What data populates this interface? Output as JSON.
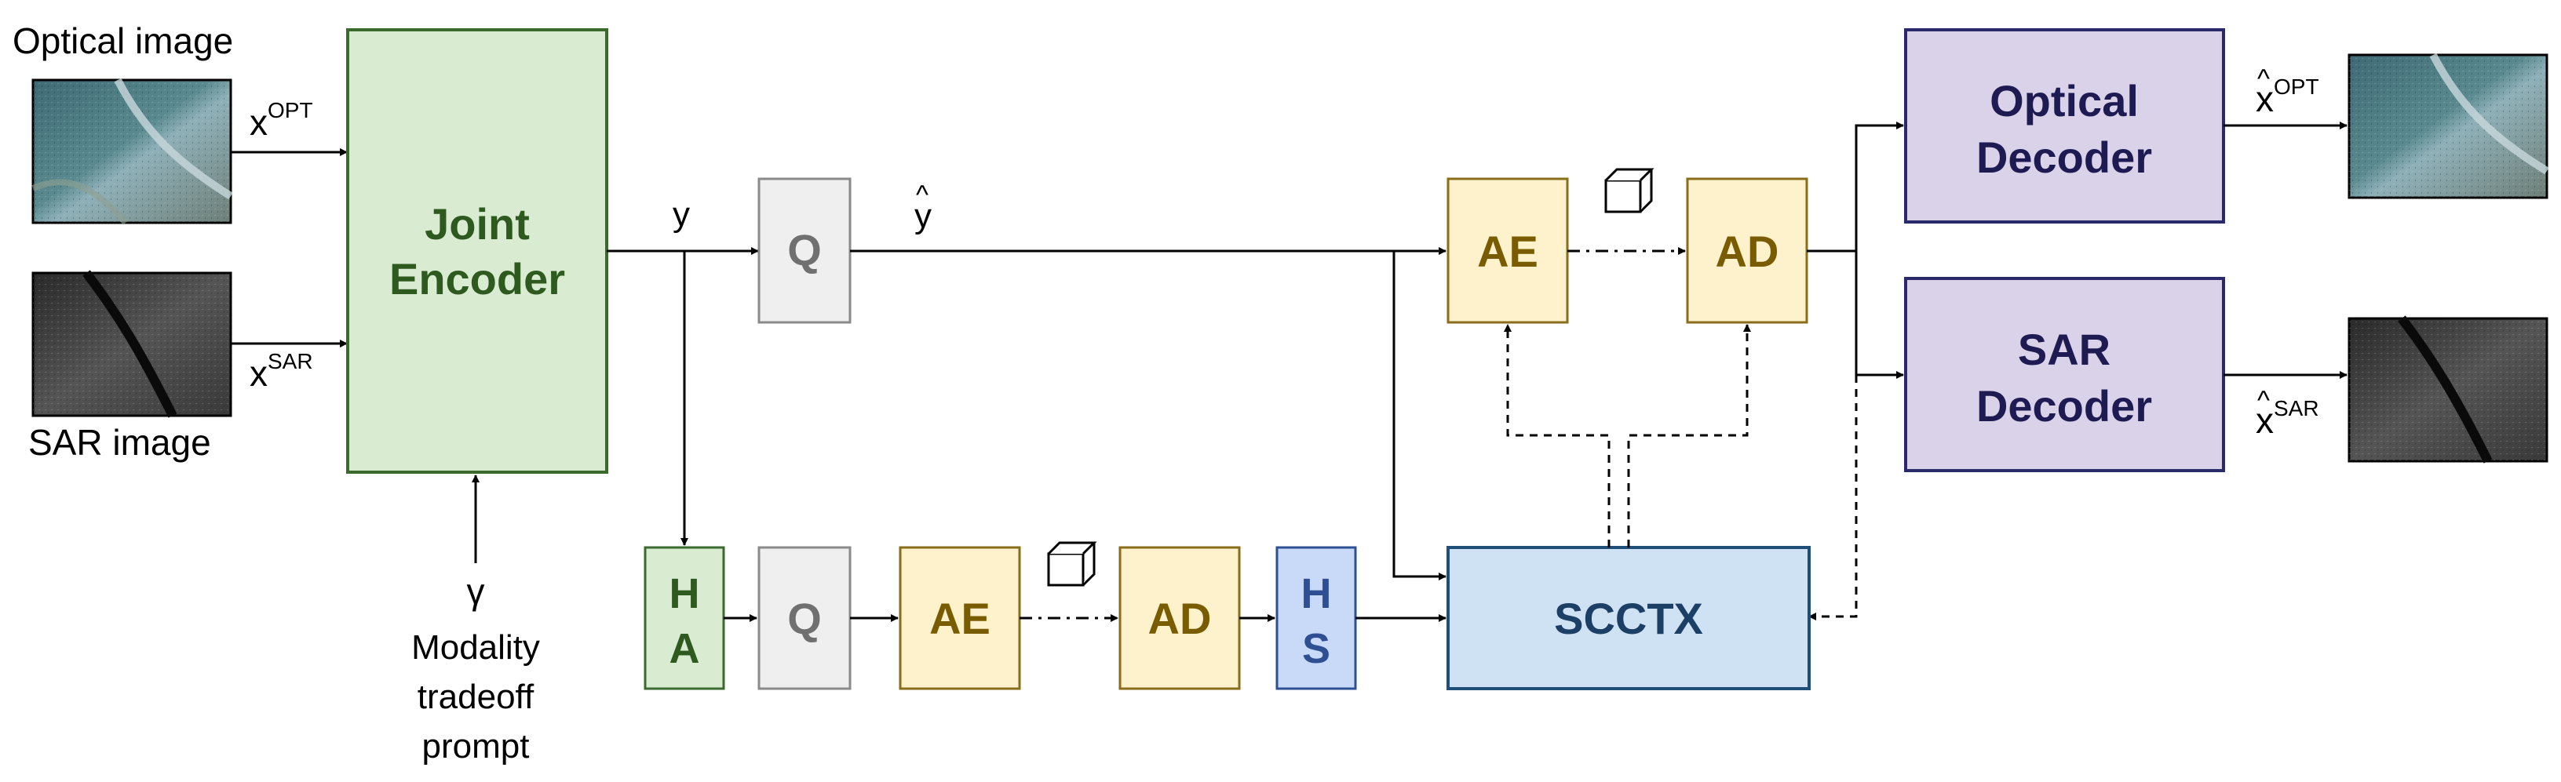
{
  "labels": {
    "optical_image": "Optical image",
    "sar_image": "SAR image",
    "x_opt": "x",
    "x_opt_sup": "OPT",
    "x_sar": "x",
    "x_sar_sup": "SAR",
    "y": "y",
    "y_hat": "y",
    "xhat_opt": "x",
    "xhat_opt_sup": "OPT",
    "xhat_sar": "x",
    "xhat_sar_sup": "SAR",
    "gamma": "γ",
    "prompt_line1": "Modality",
    "prompt_line2": "tradeoff",
    "prompt_line3": "prompt"
  },
  "blocks": {
    "joint_encoder_1": "Joint",
    "joint_encoder_2": "Encoder",
    "q_top": "Q",
    "q_bottom": "Q",
    "ae_top": "AE",
    "ad_top": "AD",
    "ae_bottom": "AE",
    "ad_bottom": "AD",
    "ha_1": "H",
    "ha_2": "A",
    "hs_1": "H",
    "hs_2": "S",
    "scctx": "SCCTX",
    "optical_decoder_1": "Optical",
    "optical_decoder_2": "Decoder",
    "sar_decoder_1": "SAR",
    "sar_decoder_2": "Decoder"
  },
  "colors": {
    "encoder_fill": "#d9ecd2",
    "encoder_stroke": "#3b6a2e",
    "encoder_text": "#2f5a1f",
    "q_fill": "#efefef",
    "q_stroke": "#8a8a8a",
    "q_text": "#707070",
    "coder_fill": "#fdf2cc",
    "coder_stroke": "#8a6d1a",
    "coder_text": "#7a5c00",
    "ha_fill": "#d9ecd2",
    "hs_fill": "#c9daf8",
    "hs_stroke": "#2e4f91",
    "hs_text": "#2e4f91",
    "scctx_fill": "#cfe2f3",
    "scctx_stroke": "#1f4e79",
    "scctx_text": "#1c3f66",
    "decoder_fill": "#d9d2e9",
    "decoder_stroke": "#2a2a6a",
    "decoder_text": "#1e1b52"
  }
}
